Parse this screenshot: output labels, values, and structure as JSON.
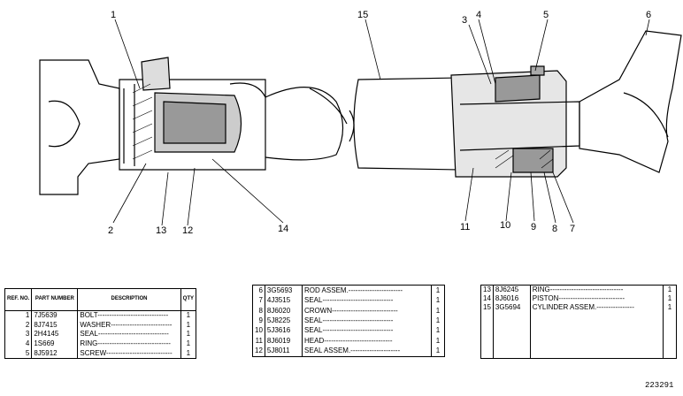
{
  "callouts": [
    "1",
    "2",
    "3",
    "4",
    "5",
    "6",
    "7",
    "8",
    "9",
    "10",
    "11",
    "12",
    "13",
    "14",
    "15"
  ],
  "table_headers": {
    "ref_no": "REF. NO.",
    "part_number": "PART NUMBER",
    "description": "DESCRIPTION",
    "qty": "QTY"
  },
  "parts_table_1": [
    {
      "ref": "1",
      "part": "7J5639",
      "desc": "BOLT------------------------------",
      "qty": "1"
    },
    {
      "ref": "2",
      "part": "8J7415",
      "desc": "WASHER--------------------------",
      "qty": "1"
    },
    {
      "ref": "3",
      "part": "2H4145",
      "desc": "SEAL------------------------------",
      "qty": "1"
    },
    {
      "ref": "4",
      "part": "1S669",
      "desc": "RING-------------------------------",
      "qty": "1"
    },
    {
      "ref": "5",
      "part": "8J5912",
      "desc": "SCREW----------------------------",
      "qty": "1"
    }
  ],
  "parts_table_2": [
    {
      "ref": "6",
      "part": "3G5693",
      "desc": "ROD ASSEM.-----------------------",
      "qty": "1"
    },
    {
      "ref": "7",
      "part": "4J3515",
      "desc": "SEAL------------------------------",
      "qty": "1"
    },
    {
      "ref": "8",
      "part": "8J6020",
      "desc": "CROWN----------------------------",
      "qty": "1"
    },
    {
      "ref": "9",
      "part": "5J8225",
      "desc": "SEAL------------------------------",
      "qty": "1"
    },
    {
      "ref": "10",
      "part": "5J3616",
      "desc": "SEAL------------------------------",
      "qty": "1"
    },
    {
      "ref": "11",
      "part": "8J6019",
      "desc": "HEAD-----------------------------",
      "qty": "1"
    },
    {
      "ref": "12",
      "part": "5J8011",
      "desc": "SEAL ASSEM.---------------------",
      "qty": "1"
    }
  ],
  "parts_table_3": [
    {
      "ref": "13",
      "part": "8J6245",
      "desc": "RING-------------------------------",
      "qty": "1"
    },
    {
      "ref": "14",
      "part": "8J6016",
      "desc": "PISTON----------------------------",
      "qty": "1"
    },
    {
      "ref": "15",
      "part": "3G5694",
      "desc": "CYLINDER ASSEM.----------------",
      "qty": "1"
    }
  ],
  "figure_number": "223291"
}
